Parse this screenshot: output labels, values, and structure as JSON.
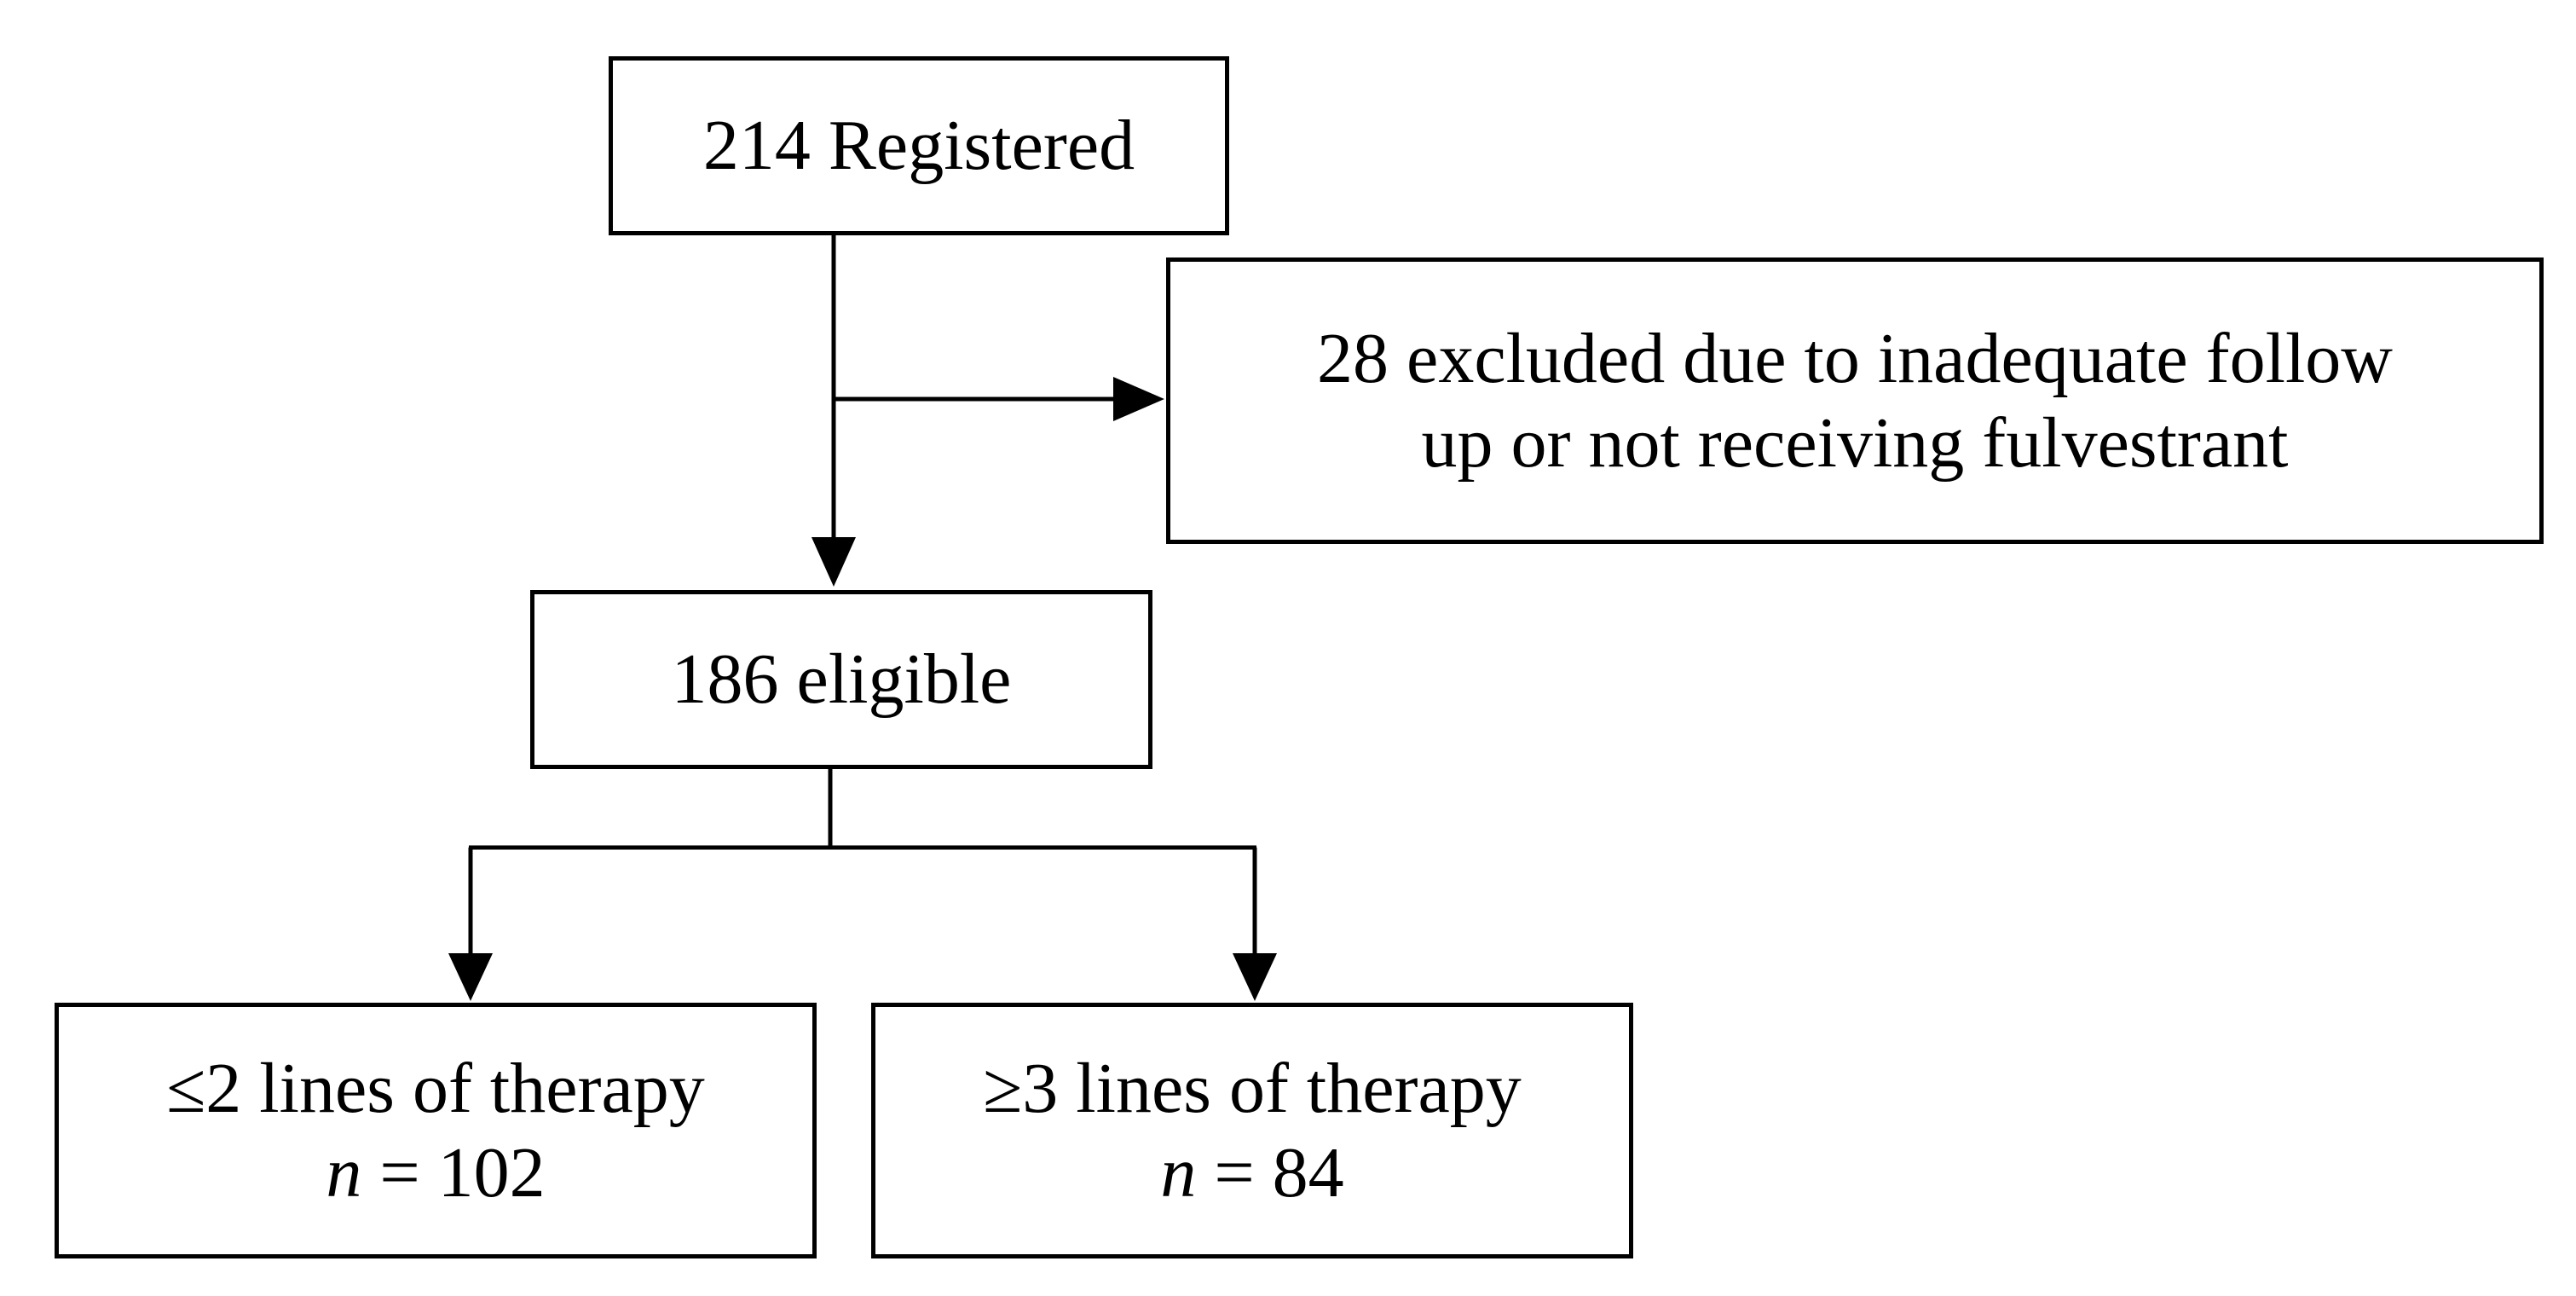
{
  "boxes": {
    "registered": {
      "text": "214 Registered"
    },
    "excluded": {
      "line1": "28 excluded due to inadequate follow",
      "line2": "up or not receiving fulvestrant"
    },
    "eligible": {
      "text": "186 eligible"
    },
    "low_lines": {
      "label": "≤2 lines of therapy",
      "n_var": "n",
      "n_rest": " = 102"
    },
    "high_lines": {
      "label": "≥3 lines of therapy",
      "n_var": "n",
      "n_rest": " = 84"
    }
  },
  "colors": {
    "stroke": "#000000",
    "background": "#ffffff"
  }
}
